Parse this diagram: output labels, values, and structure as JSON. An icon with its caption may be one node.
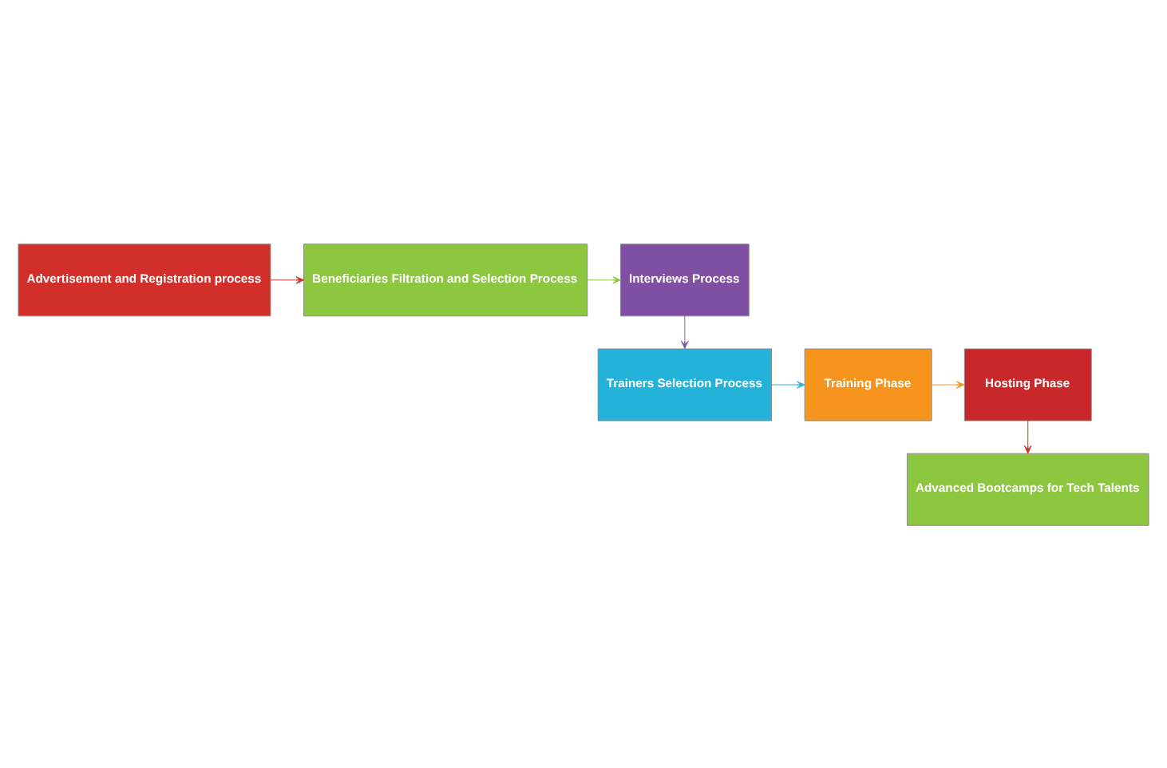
{
  "diagram": {
    "nodes": [
      {
        "text": [
          "Advertisement and Registration process"
        ]
      },
      {
        "text": [
          "Beneficiaries Filtration and Selection Process"
        ]
      },
      {
        "text": [
          "Interviews Process"
        ]
      },
      {
        "text": [
          "Trainers Selection Process"
        ]
      },
      {
        "text": [
          "Training Phase"
        ]
      },
      {
        "text": [
          "Hosting Phase"
        ]
      },
      {
        "text": [
          "Advanced Bootcamps for Tech Talents"
        ]
      }
    ],
    "edges": [
      {
        "from": 0,
        "to": 1,
        "arrow": "to",
        "color": "#c8302c"
      },
      {
        "from": 1,
        "to": 2,
        "arrow": "to",
        "color": "#8dc63f"
      },
      {
        "from": 2,
        "to": 3,
        "arrow": "to",
        "color": "#7e57a8"
      },
      {
        "from": 3,
        "to": 4,
        "arrow": "to",
        "color": "#2cb0d6"
      },
      {
        "from": 4,
        "to": 5,
        "arrow": "to",
        "color": "#f7941d"
      },
      {
        "from": 5,
        "to": 6,
        "arrow": "to",
        "color": "#c8302c"
      }
    ]
  }
}
